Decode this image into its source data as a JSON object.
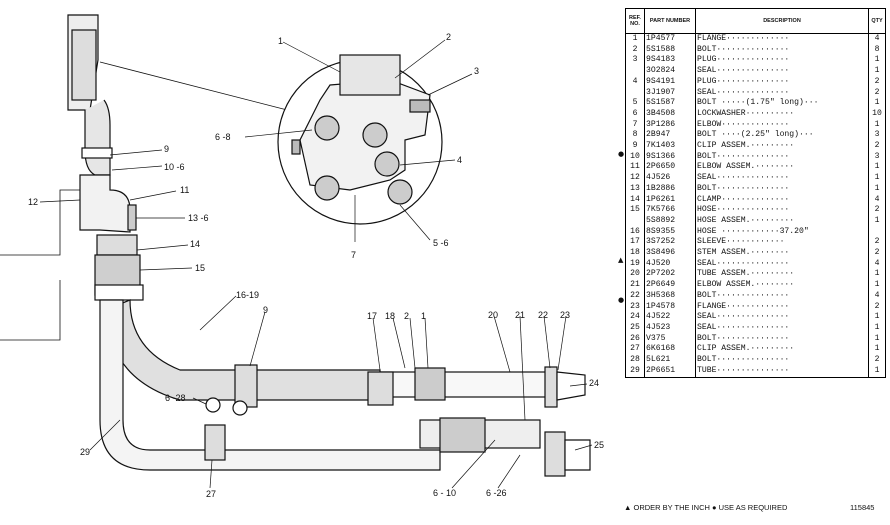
{
  "callouts": {
    "c1": "1",
    "c2": "2",
    "c3": "3",
    "c4": "4",
    "c5_6": "5 -6",
    "c6_8": "6 -8",
    "c7": "7",
    "c9a": "9",
    "c10_6": "10 -6",
    "c11": "11",
    "c12": "12",
    "c13_6": "13 -6",
    "c14": "14",
    "c15": "15",
    "c16_19": "16-19",
    "c9b": "9",
    "c17": "17",
    "c18": "18",
    "c2b": "2",
    "c1b": "1",
    "c20": "20",
    "c21": "21",
    "c22": "22",
    "c23": "23",
    "c24": "24",
    "c25": "25",
    "c6_28": "6 -28",
    "c29": "29",
    "c27": "27",
    "c6_10": "6 - 10",
    "c6_26": "6 -26"
  },
  "table": {
    "headers": {
      "ref": "REF. NO.",
      "part": "PART NUMBER",
      "desc": "DESCRIPTION",
      "qty": "QTY"
    },
    "rows": [
      {
        "ref": "1",
        "part": "1P4577",
        "desc": "FLANGE·············",
        "qty": "4"
      },
      {
        "ref": "2",
        "part": "5S1588",
        "desc": "BOLT···············",
        "qty": "8"
      },
      {
        "ref": "3",
        "part": "9S4183",
        "desc": "PLUG···············",
        "qty": "1"
      },
      {
        "ref": "",
        "part": "3O2824",
        "desc": "SEAL···············",
        "qty": "1"
      },
      {
        "ref": "4",
        "part": "9S4191",
        "desc": "PLUG···············",
        "qty": "2"
      },
      {
        "ref": "",
        "part": "3J1907",
        "desc": "SEAL···············",
        "qty": "2"
      },
      {
        "ref": "5",
        "part": "5S1587",
        "desc": "BOLT ·····(1.75\" long)···",
        "qty": "1"
      },
      {
        "ref": "6",
        "part": "3B4508",
        "desc": "LOCKWASHER··········",
        "qty": "10"
      },
      {
        "ref": "7",
        "part": "3P1286",
        "desc": "ELBOW··············",
        "qty": "1"
      },
      {
        "ref": "8",
        "part": "2B947",
        "desc": "BOLT ····(2.25\" long)···",
        "qty": "3"
      },
      {
        "ref": "9",
        "part": "7K1403",
        "desc": "CLIP ASSEM.·········",
        "qty": "2"
      },
      {
        "ref": "10",
        "part": "9S1366",
        "desc": "BOLT···············",
        "qty": "3"
      },
      {
        "ref": "11",
        "part": "2P6650",
        "desc": "ELBOW ASSEM.········",
        "qty": "1"
      },
      {
        "ref": "12",
        "part": "4J526",
        "desc": "SEAL···············",
        "qty": "1"
      },
      {
        "ref": "13",
        "part": "1B2886",
        "desc": "BOLT···············",
        "qty": "1"
      },
      {
        "ref": "14",
        "part": "1P6261",
        "desc": "CLAMP··············",
        "qty": "4"
      },
      {
        "ref": "15",
        "part": "7K5766",
        "desc": "HOSE···············",
        "qty": "2"
      },
      {
        "ref": "",
        "part": "5S8892",
        "desc": "HOSE ASSEM.·········",
        "qty": "1"
      },
      {
        "ref": "16",
        "part": "8S9355",
        "desc": "  HOSE ············37.20\"",
        "qty": ""
      },
      {
        "ref": "17",
        "part": "3S7252",
        "desc": "  SLEEVE············",
        "qty": "2"
      },
      {
        "ref": "18",
        "part": "3S8496",
        "desc": "  STEM ASSEM.········",
        "qty": "2"
      },
      {
        "ref": "19",
        "part": "4J520",
        "desc": "SEAL···············",
        "qty": "4"
      },
      {
        "ref": "20",
        "part": "2P7202",
        "desc": "TUBE ASSEM.·········",
        "qty": "1"
      },
      {
        "ref": "21",
        "part": "2P6649",
        "desc": "ELBOW ASSEM.········",
        "qty": "1"
      },
      {
        "ref": "22",
        "part": "3H5368",
        "desc": "BOLT···············",
        "qty": "4"
      },
      {
        "ref": "23",
        "part": "1P4578",
        "desc": "FLANGE·············",
        "qty": "2"
      },
      {
        "ref": "24",
        "part": "4J522",
        "desc": "SEAL···············",
        "qty": "1"
      },
      {
        "ref": "25",
        "part": "4J523",
        "desc": "SEAL···············",
        "qty": "1"
      },
      {
        "ref": "26",
        "part": "V375",
        "desc": "BOLT···············",
        "qty": "1"
      },
      {
        "ref": "27",
        "part": "6K6168",
        "desc": "CLIP ASSEM.·········",
        "qty": "1"
      },
      {
        "ref": "28",
        "part": "5L621",
        "desc": "BOLT···············",
        "qty": "2"
      },
      {
        "ref": "29",
        "part": "2P6651",
        "desc": "TUBE···············",
        "qty": "1"
      }
    ]
  },
  "marks": {
    "bullet": "●",
    "triangle": "▲"
  },
  "footnote": "▲ ORDER BY THE INCH  ● USE AS REQUIRED",
  "figure_id": "115845"
}
